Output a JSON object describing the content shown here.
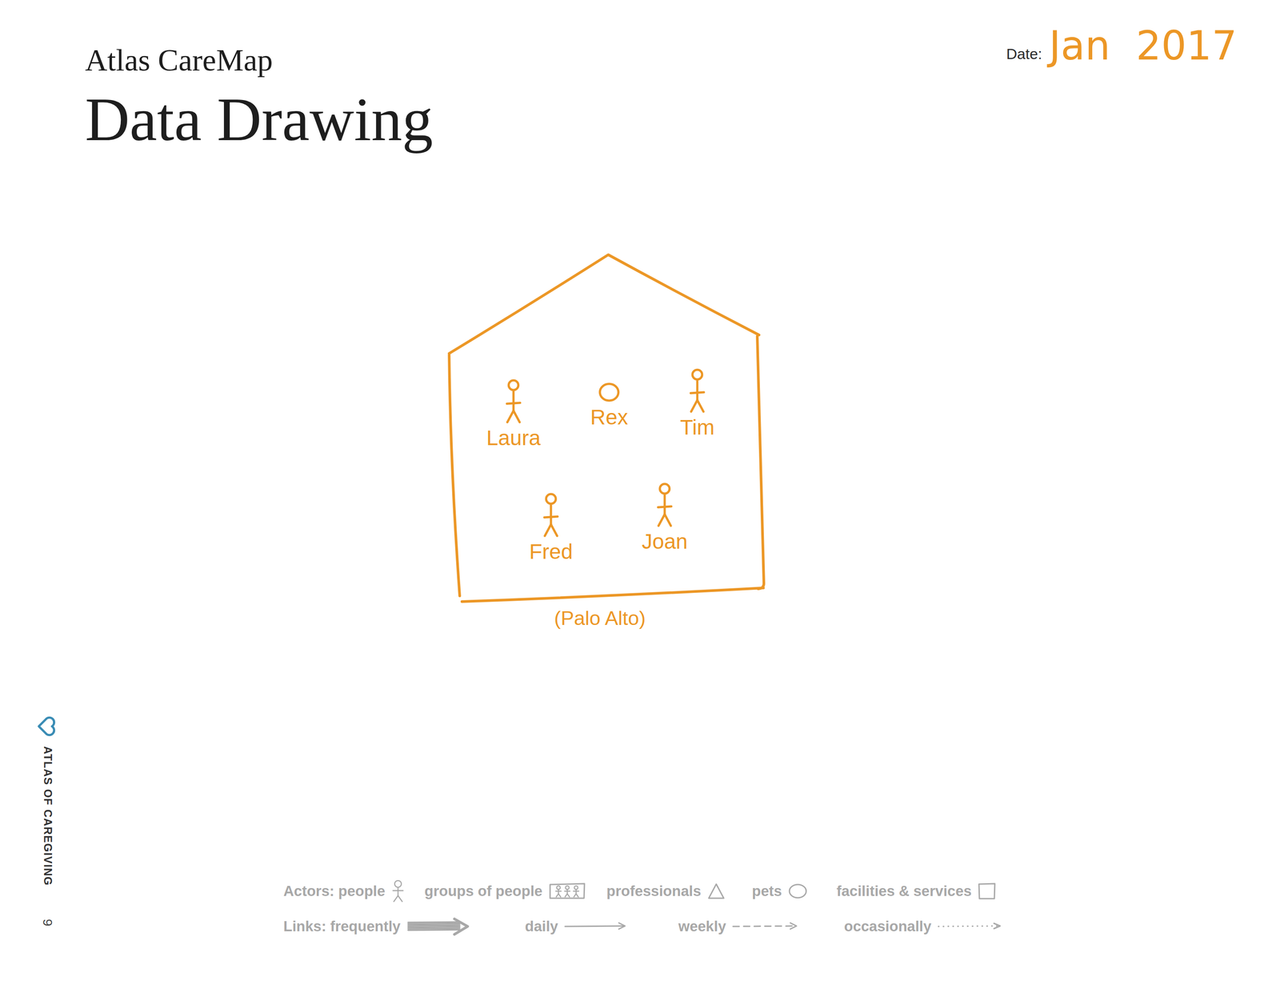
{
  "diagram": {
    "title": "Data Drawing",
    "nodes": [
      {
        "text": [
          "(Palo Alto)"
        ]
      },
      {
        "text": [
          "Laura"
        ],
        "in": 0
      },
      {
        "text": [
          "Rex"
        ],
        "in": 0
      },
      {
        "text": [
          "Tim"
        ],
        "in": 0
      },
      {
        "text": [
          "Fred"
        ],
        "in": 0
      },
      {
        "text": [
          "Joan"
        ],
        "in": 0
      }
    ],
    "labels": [
      "Atlas CareMap",
      "Date:",
      "Jan 2017",
      "Actors:",
      "Links:",
      "ATLAS OF CAREGIVING",
      "9"
    ],
    "legend": [
      {
        "text": "people"
      },
      {
        "text": "groups of people"
      },
      {
        "text": "professionals"
      },
      {
        "text": "pets"
      },
      {
        "text": "facilities & services"
      },
      {
        "text": "frequently"
      },
      {
        "text": "daily"
      },
      {
        "text": "weekly"
      },
      {
        "text": "occasionally"
      }
    ]
  }
}
